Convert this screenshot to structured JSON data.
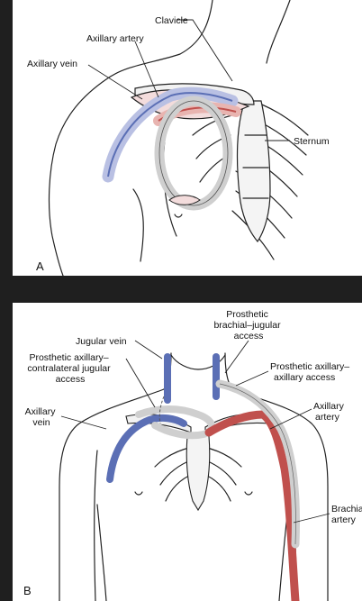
{
  "panel_a": {
    "letter": "A",
    "labels": {
      "clavicle": "Clavicle",
      "axillary_artery": "Axillary artery",
      "axillary_vein": "Axillary vein",
      "sternum": "Sternum"
    }
  },
  "panel_b": {
    "letter": "B",
    "labels": {
      "prosthetic_brachial_jugular": [
        "Prosthetic",
        "brachial–jugular",
        "access"
      ],
      "jugular_vein": "Jugular vein",
      "prosthetic_axillary_contralateral": [
        "Prosthetic axillary–",
        "contralateral jugular",
        "access"
      ],
      "prosthetic_axillary_axillary": [
        "Prosthetic axillary–",
        "axillary access"
      ],
      "axillary_vein": [
        "Axillary",
        "vein"
      ],
      "axillary_artery": [
        "Axillary",
        "artery"
      ],
      "brachial_artery": [
        "Brachial",
        "artery"
      ]
    }
  },
  "colors": {
    "background": "#1f1f1f",
    "panel": "#ffffff",
    "vein": "#5b6fb5",
    "artery": "#c0504d",
    "vein_pale": "#b9c0e3",
    "artery_pale": "#e8b4b0",
    "graft": "#d4d4d4"
  }
}
